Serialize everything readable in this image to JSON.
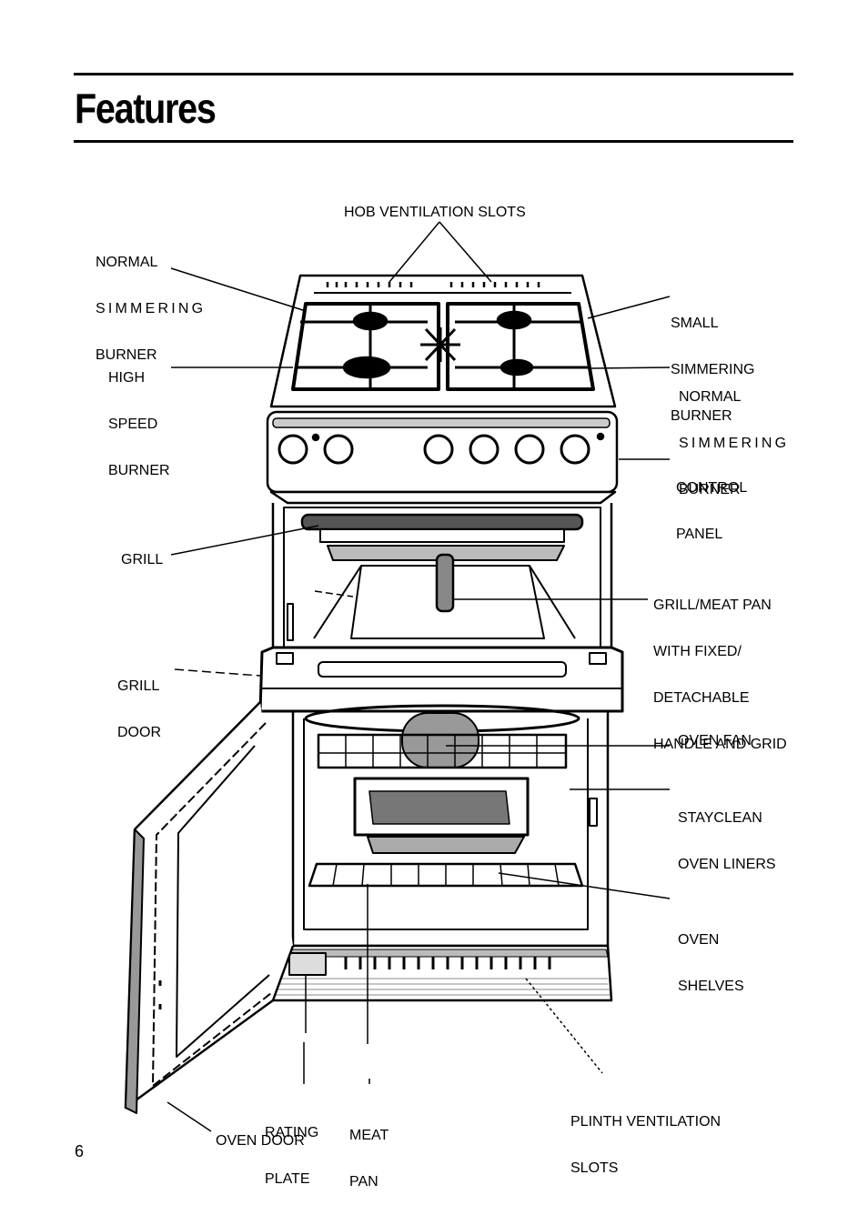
{
  "page": {
    "title": "Features",
    "page_number": "6"
  },
  "labels": {
    "hob_vent": "HOB VENTILATION SLOTS",
    "normal_simmer_left": [
      "NORMAL",
      "SIMMERING",
      "BURNER"
    ],
    "small_simmer": [
      "SMALL",
      "SIMMERING",
      "BURNER"
    ],
    "high_speed": [
      "HIGH",
      "SPEED",
      "BURNER"
    ],
    "normal_simmer_right": [
      "NORMAL",
      "SIMMERING",
      "BURNER"
    ],
    "control_panel": [
      "CONTROL",
      "PANEL"
    ],
    "grill": "GRILL",
    "grill_pan": [
      "GRILL/MEAT PAN",
      "WITH FIXED/",
      "DETACHABLE",
      "HANDLE AND GRID"
    ],
    "grill_door": [
      "GRILL",
      "DOOR"
    ],
    "oven_fan": "OVEN FAN",
    "stayclean": [
      "STAYCLEAN",
      "OVEN LINERS"
    ],
    "oven_shelves": [
      "OVEN",
      "SHELVES"
    ],
    "plinth_vent": [
      "PLINTH VENTILATION",
      "SLOTS"
    ],
    "rating_plate": [
      "RATING",
      "PLATE"
    ],
    "meat_pan": [
      "MEAT",
      "PAN"
    ],
    "oven_door": "OVEN DOOR"
  }
}
